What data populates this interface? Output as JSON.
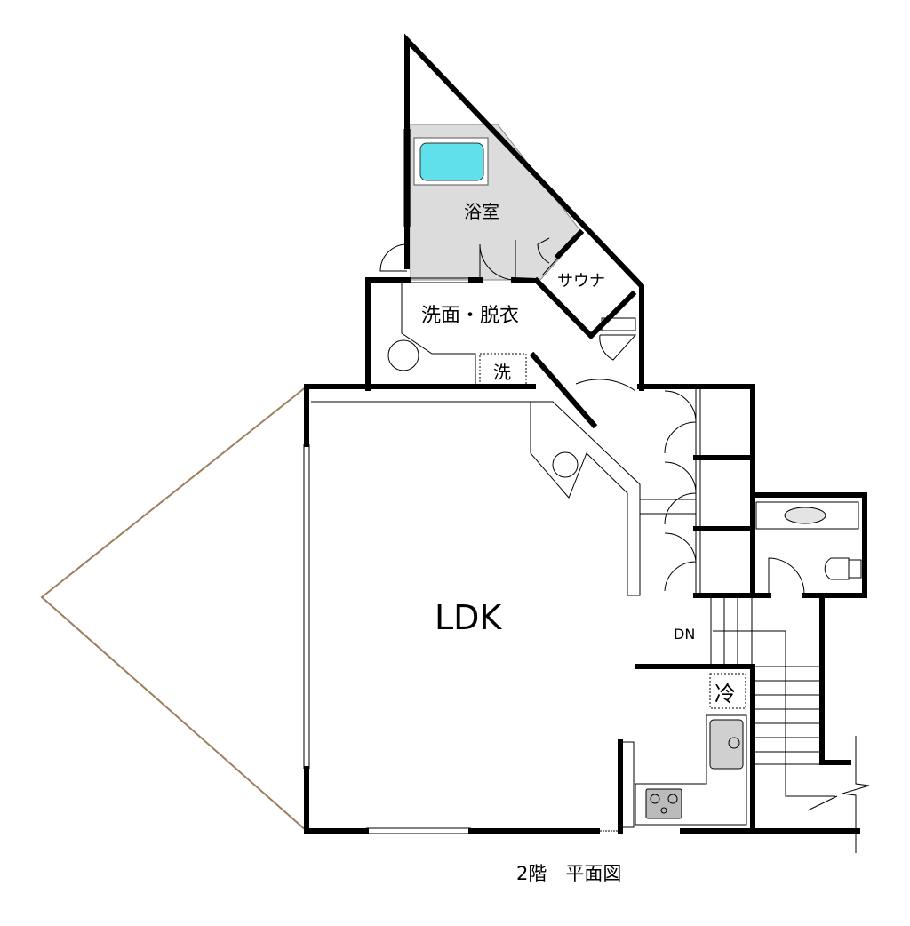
{
  "title": "2階　平面図",
  "rooms": {
    "bath": "浴室",
    "sauna": "サウナ",
    "washroom": "洗面・脱衣",
    "washer": "洗",
    "ldk": "LDK",
    "fridge": "冷",
    "stairs_direction": "DN"
  },
  "colors": {
    "wall": "#000000",
    "bath_floor": "#dcdcdc",
    "bathtub_water": "#5fe0ea",
    "deck_outline": "#9c7f5e"
  }
}
